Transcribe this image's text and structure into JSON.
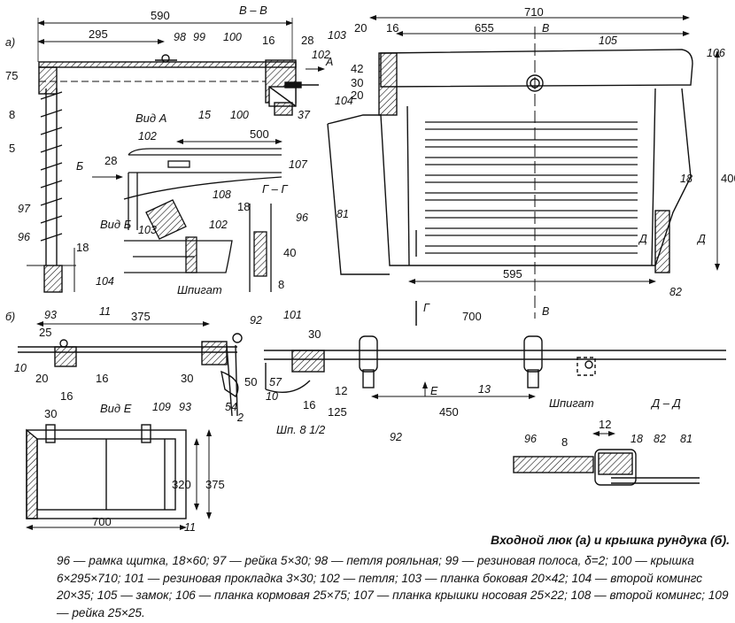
{
  "figure": {
    "view_labels": {
      "a": "а)",
      "b": "б)"
    },
    "section_labels": {
      "bb_top": "В – В",
      "vid_a": "Вид А",
      "gg": "Г – Г",
      "vid_b": "Вид Б",
      "vid_e": "Вид Е",
      "dd": "Д – Д",
      "shpigat_1": "Шпигат",
      "shpigat_2": "Шпигат",
      "shp": "Шп. 8 1/2"
    },
    "dims": {
      "d590": "590",
      "d295": "295",
      "d16a": "16",
      "d28a": "28",
      "d75": "75",
      "d8a": "8",
      "d5": "5",
      "d18a": "18",
      "d28b": "28",
      "d500": "500",
      "d18b": "18",
      "d40": "40",
      "d8b": "8",
      "d710": "710",
      "d20a": "20",
      "d16b": "16",
      "d655": "655",
      "d42": "42",
      "d30a": "30",
      "d20b": "20",
      "d400": "400",
      "d595": "595",
      "d375a": "375",
      "d25": "25",
      "d20c": "20",
      "d16c": "16",
      "d16d": "16",
      "d30b": "30",
      "d50": "50",
      "d30c": "30",
      "d12a": "12",
      "d16e": "16",
      "d125": "125",
      "d450": "450",
      "d700a": "700",
      "d30d": "30",
      "d320": "320",
      "d375b": "375",
      "d700b": "700",
      "d8c": "8",
      "d12b": "12"
    },
    "marks": {
      "m98": "98",
      "m99": "99",
      "m100a": "100",
      "m102a": "102",
      "m15": "15",
      "m100b": "100",
      "m37": "37",
      "m97": "97",
      "m96a": "96",
      "m102b": "102",
      "m107": "107",
      "m108": "108",
      "m103a": "103",
      "m102c": "102",
      "m96b": "96",
      "m104a": "104",
      "m103b": "103",
      "m104b": "104",
      "m105": "105",
      "m106": "106",
      "m81a": "81",
      "m18": "18",
      "m82a": "82",
      "m93a": "93",
      "m11a": "11",
      "m92a": "92",
      "m101": "101",
      "m10a": "10",
      "m2": "2",
      "m54": "54",
      "m10b": "10",
      "m57": "57",
      "m13": "13",
      "m92b": "92",
      "m109": "109",
      "m93b": "93",
      "m11b": "11",
      "m96c": "96",
      "m18d": "18",
      "m82b": "82",
      "m81b": "81"
    },
    "section_letters": {
      "A": "А",
      "B": "Б",
      "G1": "Г",
      "V1": "В",
      "V2": "В",
      "D1": "Д",
      "D2": "Д",
      "E": "Е"
    }
  },
  "caption": {
    "title": "Входной люк (а) и крышка рундука (б).",
    "legend": "96 — рамка щитка, 18×60; 97 — рейка 5×30; 98 — петля рояльная; 99 — резиновая полоса, δ=2; 100 — крышка 6×295×710; 101 — резиновая прокладка 3×30; 102 — петля; 103 — планка боковая 20×42; 104 — второй комингс 20×35; 105 — замок; 106 — планка кормовая 25×75; 107 — планка крышки носовая 25×22; 108 — второй комингс; 109 — рейка 25×25."
  }
}
